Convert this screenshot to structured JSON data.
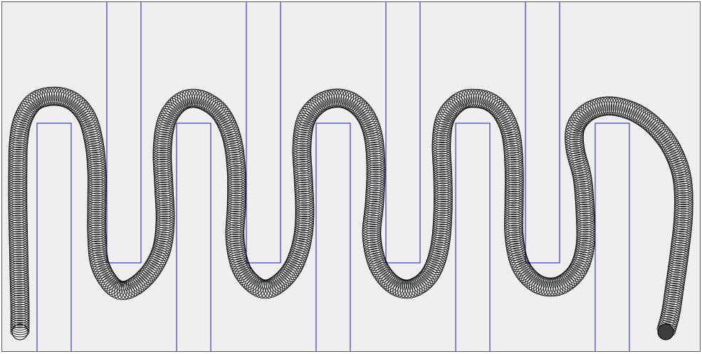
{
  "app": {
    "title": ""
  },
  "colors": {
    "background": "#efefef",
    "border": "#5a5a5a",
    "wall_line": "#1414c8",
    "trail_ring": "#000000",
    "head": "#3c3c3c"
  },
  "game": {
    "type": "maze-snake",
    "maze_walls": "vertical-comb",
    "trail_rings_per_segment": "dense"
  }
}
